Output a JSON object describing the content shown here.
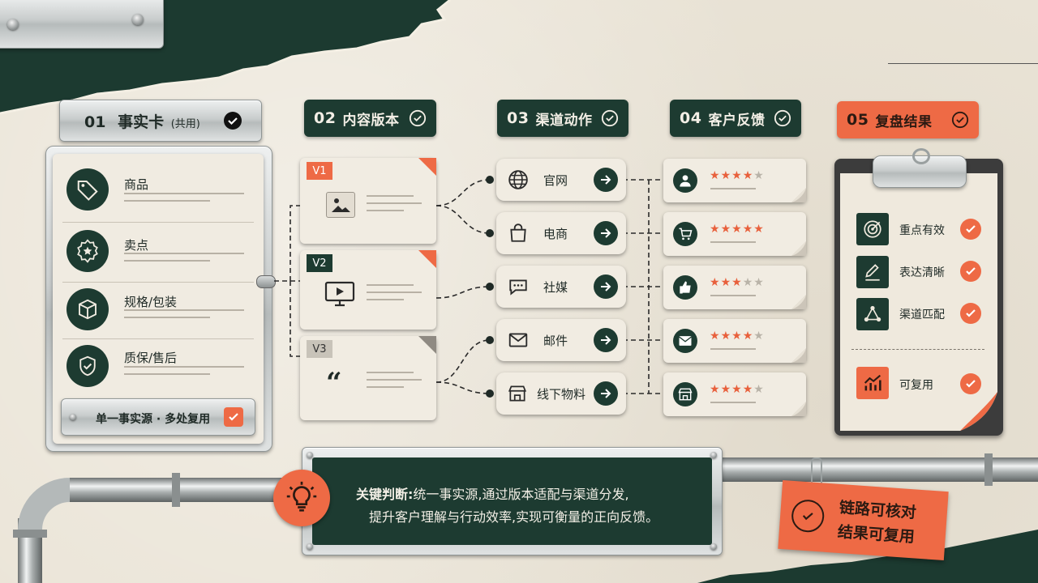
{
  "colors": {
    "dark_green": "#1d3b31",
    "orange": "#ee6a45",
    "paper": "#ebe5d8",
    "metal": "#c9cdcd"
  },
  "col1": {
    "number": "01",
    "title": "事实卡",
    "subtitle": "(共用)",
    "items": [
      {
        "label": "商品",
        "icon": "tag-icon"
      },
      {
        "label": "卖点",
        "icon": "star-badge-icon"
      },
      {
        "label": "规格/包装",
        "icon": "box-icon"
      },
      {
        "label": "质保/售后",
        "icon": "shield-check-icon"
      }
    ],
    "footer": "单一事实源 · 多处复用"
  },
  "col2": {
    "number": "02",
    "title": "内容版本",
    "versions": [
      {
        "tag": "V1",
        "icon": "image-icon",
        "tag_color": "#ee6a45"
      },
      {
        "tag": "V2",
        "icon": "video-icon",
        "tag_color": "#1d3b31"
      },
      {
        "tag": "V3",
        "icon": "quote-icon",
        "tag_color": "#c8c3b9"
      }
    ]
  },
  "col3": {
    "number": "03",
    "title": "渠道动作",
    "channels": [
      {
        "label": "官网",
        "icon": "globe-icon"
      },
      {
        "label": "电商",
        "icon": "shopping-bag-icon"
      },
      {
        "label": "社媒",
        "icon": "chat-bubble-icon"
      },
      {
        "label": "邮件",
        "icon": "mail-icon"
      },
      {
        "label": "线下物料",
        "icon": "store-icon"
      }
    ]
  },
  "col4": {
    "number": "04",
    "title": "客户反馈",
    "feedback": [
      {
        "icon": "user-icon",
        "rating": 4
      },
      {
        "icon": "cart-icon",
        "rating": 5
      },
      {
        "icon": "thumbs-up-icon",
        "rating": 3
      },
      {
        "icon": "mail-icon",
        "rating": 4
      },
      {
        "icon": "store-icon",
        "rating": 4
      }
    ]
  },
  "col5": {
    "number": "05",
    "title": "复盘结果",
    "checks": [
      {
        "label": "重点有效",
        "icon": "target-icon"
      },
      {
        "label": "表达清晰",
        "icon": "pencil-icon"
      },
      {
        "label": "渠道匹配",
        "icon": "network-icon"
      }
    ],
    "final": {
      "label": "可复用",
      "icon": "growth-chart-icon"
    }
  },
  "banner": {
    "lead": "关键判断:",
    "line1": "统一事实源,通过版本适配与渠道分发,",
    "line2": "提升客户理解与行动效率,实现可衡量的正向反馈。"
  },
  "tag": {
    "line1": "链路可核对",
    "line2": "结果可复用"
  }
}
